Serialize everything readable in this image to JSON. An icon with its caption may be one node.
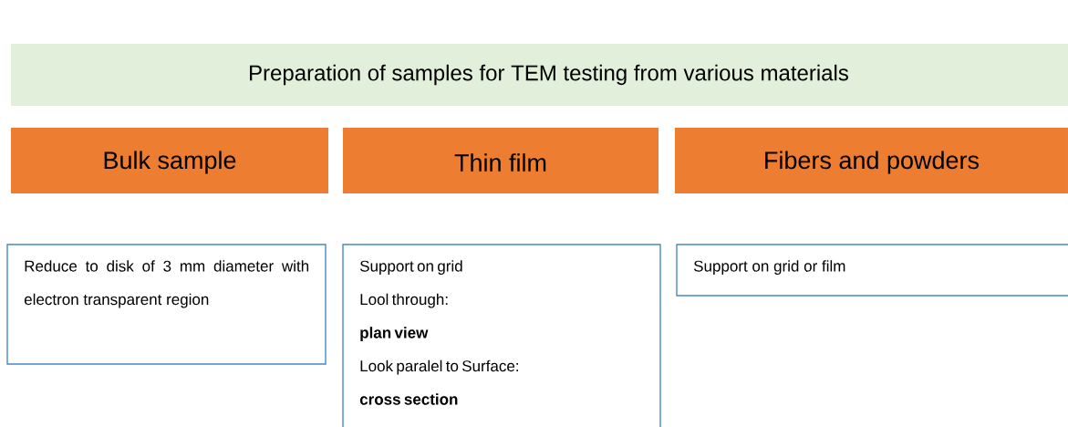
{
  "diagram": {
    "nodes": [
      {
        "text": [
          "Preparation of samples for TEM testing from various materials"
        ]
      },
      {
        "text": [
          "Bulk sample"
        ]
      },
      {
        "text": [
          "Thin film"
        ]
      },
      {
        "text": [
          "Fibers and powders"
        ]
      },
      {
        "text": [
          "Reduce to disk of 3 mm diameter with electron transparent region"
        ]
      },
      {
        "text": [
          "Support on grid",
          "Lool through:",
          "plan view",
          "Look paralel to Surface:",
          "cross section"
        ]
      },
      {
        "text": [
          "Support on grid or film"
        ]
      }
    ]
  }
}
